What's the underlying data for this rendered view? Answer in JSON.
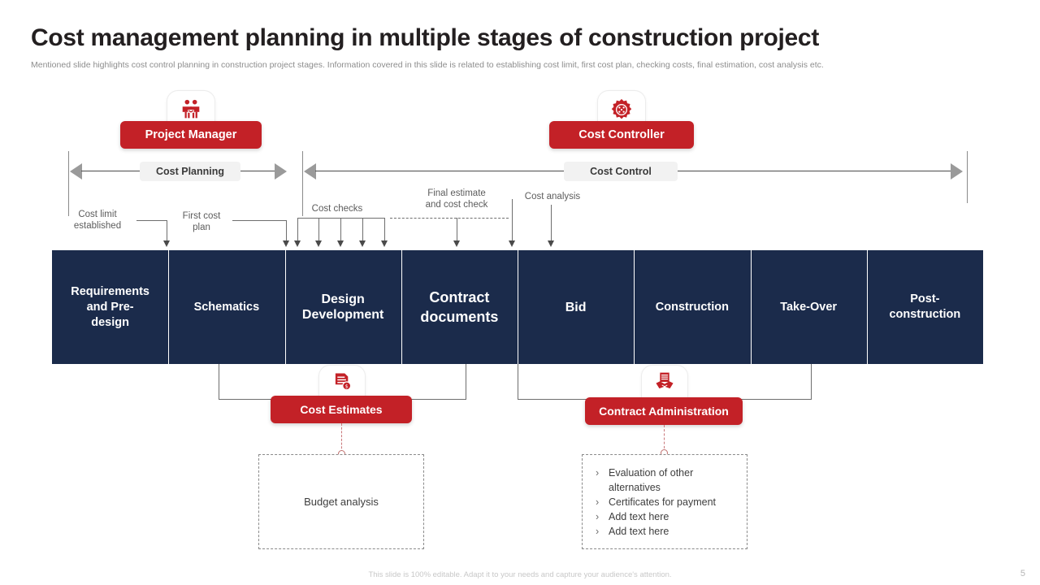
{
  "header": {
    "title": "Cost management planning in multiple stages of construction project",
    "subtitle": "Mentioned slide highlights cost control planning in construction project stages. Information covered in this slide is related to establishing cost limit, first cost plan, checking costs, final estimation, cost analysis etc."
  },
  "roles": [
    {
      "label": "Project Manager",
      "icon": "two-people-icon"
    },
    {
      "label": "Cost Controller",
      "icon": "gear-icon"
    }
  ],
  "phases": [
    {
      "label": "Cost Planning"
    },
    {
      "label": "Cost Control"
    }
  ],
  "annotations": [
    {
      "label": "Cost limit\nestablished",
      "line1": "Cost limit",
      "line2": "established"
    },
    {
      "label": "First cost\nplan",
      "line1": "First cost",
      "line2": "plan"
    },
    {
      "label": "Cost checks",
      "line1": "Cost checks",
      "line2": ""
    },
    {
      "label": "Final estimate\nand cost check",
      "line1": "Final estimate",
      "line2": "and cost check"
    },
    {
      "label": "Cost analysis",
      "line1": "Cost analysis",
      "line2": ""
    }
  ],
  "stages": [
    {
      "label": "Requirements and Pre-design",
      "l1": "Requirements",
      "l2": "and Pre-",
      "l3": "design"
    },
    {
      "label": "Schematics",
      "l1": "Schematics",
      "l2": "",
      "l3": ""
    },
    {
      "label": "Design Development",
      "l1": "Design",
      "l2": "Development",
      "l3": ""
    },
    {
      "label": "Contract documents",
      "l1": "Contract",
      "l2": "documents",
      "l3": ""
    },
    {
      "label": "Bid",
      "l1": "Bid",
      "l2": "",
      "l3": ""
    },
    {
      "label": "Construction",
      "l1": "Construction",
      "l2": "",
      "l3": ""
    },
    {
      "label": "Take-Over",
      "l1": "Take-Over",
      "l2": "",
      "l3": ""
    },
    {
      "label": "Post-construction",
      "l1": "Post-",
      "l2": "construction",
      "l3": ""
    }
  ],
  "bottom": {
    "left": {
      "pill": "Cost Estimates",
      "icon": "document-coin-icon",
      "box_text": "Budget analysis"
    },
    "right": {
      "pill": "Contract Administration",
      "icon": "document-handshake-icon",
      "bullets": [
        "Evaluation of other alternatives",
        "Certificates for payment",
        "Add text here",
        "Add text here"
      ],
      "chevron": "›"
    }
  },
  "footer": {
    "note": "This slide is 100% editable.  Adapt it to your needs and capture your audience's attention.",
    "page": "5"
  },
  "colors": {
    "navy": "#1b2b4b",
    "red": "#c32127",
    "chip": "#f2f2f2",
    "muted": "#5c5c5c"
  }
}
